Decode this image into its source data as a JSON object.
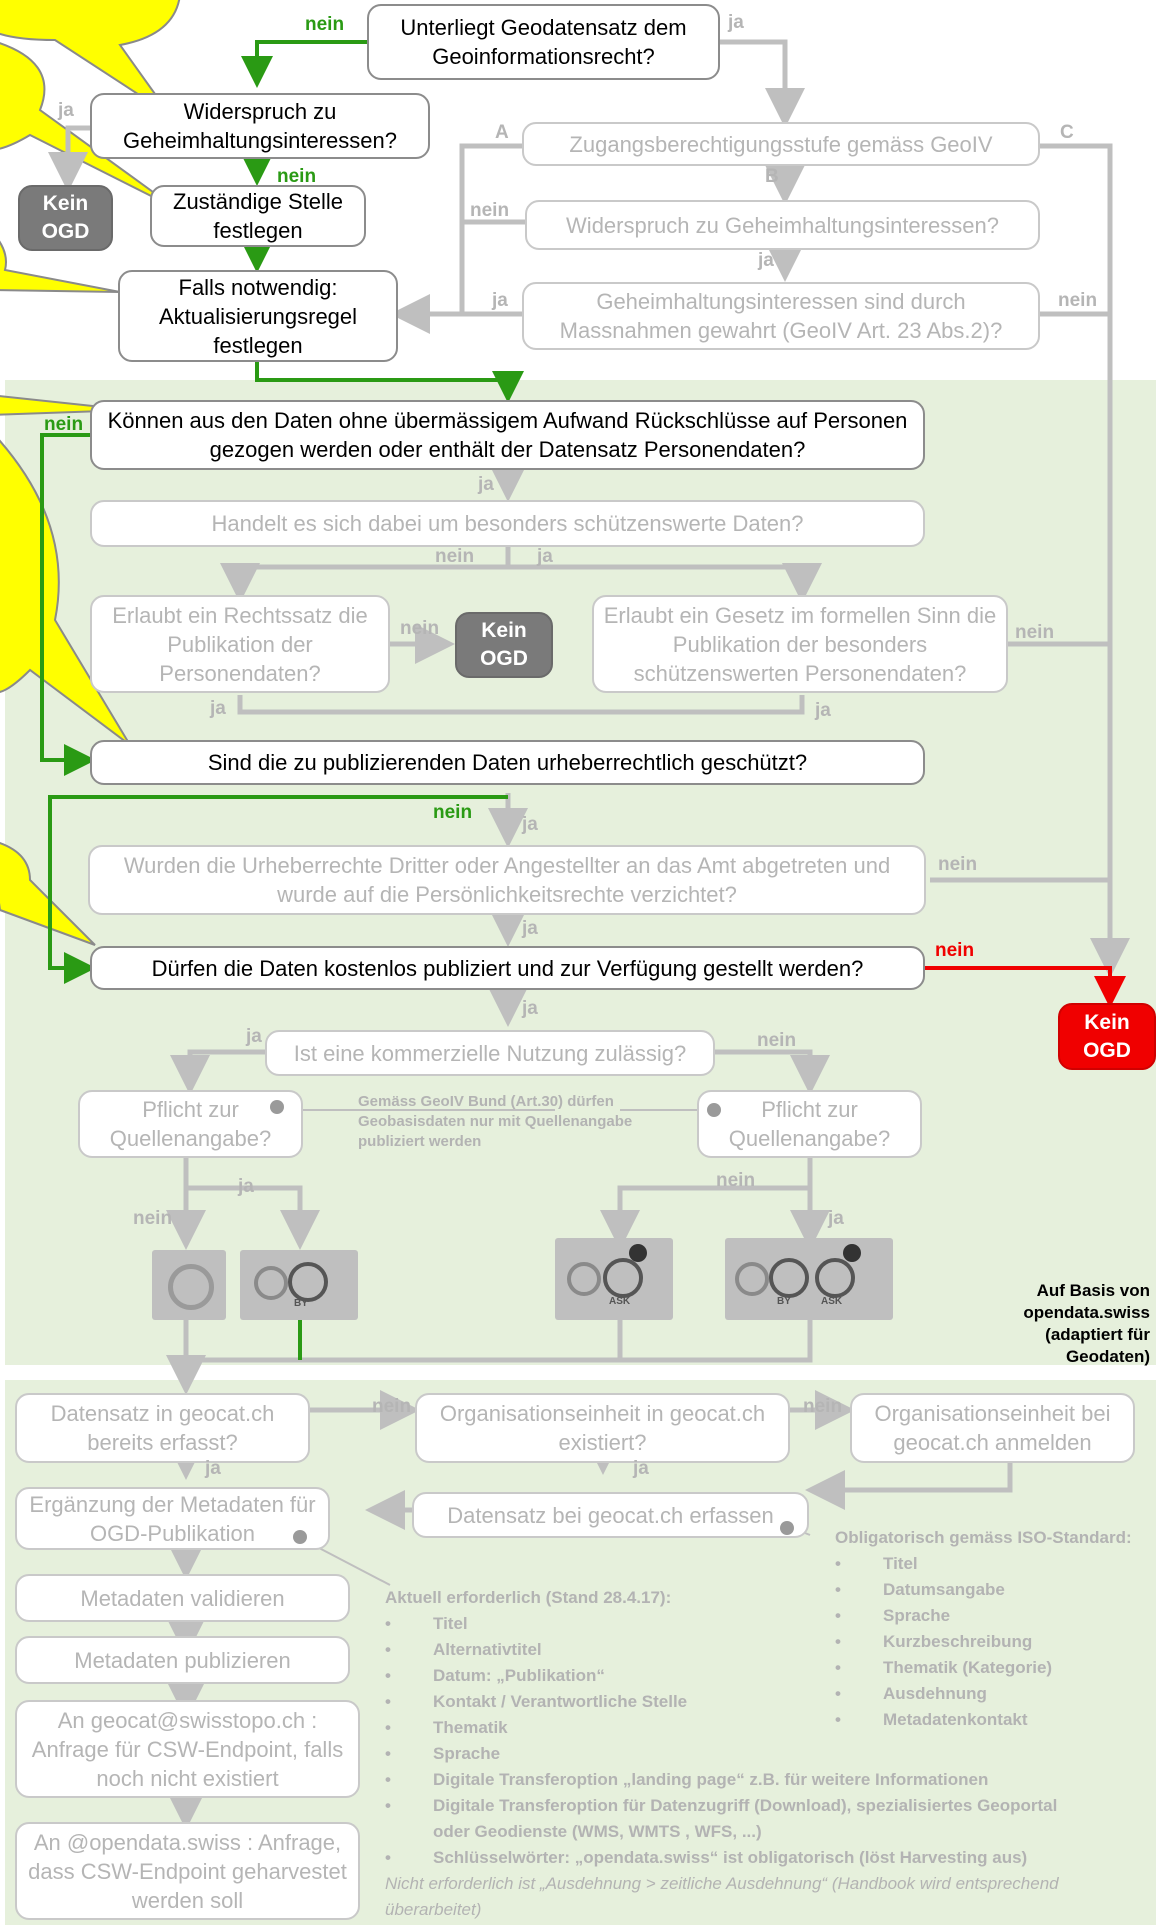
{
  "colors": {
    "green": "#2a9a14",
    "red": "#f00000",
    "grey_line": "#bfbfbf",
    "zone": "#e6f0dc",
    "callout": "#ffff00"
  },
  "top": {
    "q_geoinfo": "Unterliegt Geodatensatz dem Geoinformationsrecht?",
    "q_widerspruch": "Widerspruch zu Geheimhaltungsinteressen?",
    "kein_ogd_1": "Kein OGD",
    "zustaendig": "Zuständige Stelle festlegen",
    "aktualisierung": "Falls notwendig: Aktualisierungsregel festlegen",
    "zugang": "Zugangsberechtigungsstufe gemäss GeoIV",
    "widerspruch2": "Widerspruch zu Geheimhaltungsinteressen?",
    "massnahmen": "Geheimhaltungsinteressen sind durch Massnahmen gewahrt (GeoIV Art. 23 Abs.2)?"
  },
  "middle": {
    "personen": "Können aus den Daten ohne übermässigem Aufwand Rückschlüsse auf Personen gezogen werden oder enthält der Datensatz Personendaten?",
    "schuetzenswert": "Handelt es sich dabei um besonders schützenswerte Daten?",
    "rechtssatz": "Erlaubt ein Rechtssatz die Publikation der Personendaten?",
    "kein_ogd_2": "Kein OGD",
    "gesetz": "Erlaubt ein Gesetz im formellen Sinn die Publikation der besonders schützenswerten Personendaten?",
    "urheber": "Sind die zu publizierenden Daten urheberrechtlich geschützt?",
    "dritter": "Wurden die Urheberrechte Dritter oder Angestellter an das Amt abgetreten und wurde auf die Persönlichkeitsrechte verzichtet?",
    "kostenlos": "Dürfen die Daten kostenlos publiziert und zur Verfügung gestellt werden?",
    "kein_ogd_3": "Kein OGD",
    "kommerziell": "Ist eine kommerzielle Nutzung zulässig?",
    "quelle_left": "Pflicht zur Quellenangabe?",
    "quelle_right": "Pflicht zur Quellenangabe?",
    "geoiv_note": "Gemäss GeoIV Bund (Art.30) dürfen Geobasisdaten nur mit Quellenangabe publiziert werden",
    "basis_note": "Auf Basis von opendata.swiss (adaptiert für Geodaten)",
    "lic_by": "BY",
    "lic_ask": "ASK"
  },
  "bottom": {
    "geocat_erfasst": "Datensatz in geocat.ch bereits erfasst?",
    "org_existiert": "Organisationseinheit in geocat.ch existiert?",
    "org_anmelden": "Organisationseinheit bei geocat.ch anmelden",
    "ergaenzung": "Ergänzung der Metadaten für OGD-Publikation",
    "erfassen": "Datensatz bei geocat.ch erfassen",
    "validieren": "Metadaten validieren",
    "publizieren": "Metadaten publizieren",
    "csw_anfrage": "An geocat@swisstopo.ch : Anfrage für CSW-Endpoint, falls noch nicht existiert",
    "harvest_anfrage": "An @opendata.swiss : Anfrage, dass CSW-Endpoint geharvestet werden soll",
    "iso_title": "Obligatorisch gemäss ISO-Standard:",
    "iso_items": [
      "Titel",
      "Datumsangabe",
      "Sprache",
      "Kurzbeschreibung",
      "Thematik (Kategorie)",
      "Ausdehnung",
      "Metadatenkontakt"
    ],
    "aktuell_title": "Aktuell erforderlich (Stand 28.4.17):",
    "aktuell_items": [
      "Titel",
      "Alternativtitel",
      "Datum: „Publikation“",
      "Kontakt / Verantwortliche Stelle",
      "Thematik",
      "Sprache",
      "Digitale Transferoption „landing page“ z.B. für weitere Informationen",
      "Digitale Transferoption für Datenzugriff (Download), spezialisiertes Geoportal oder Geodienste (WMS, WMTS , WFS, ...)",
      "Schlüsselwörter: „opendata.swiss“ ist obligatorisch (löst Harvesting aus)"
    ],
    "nicht_erforderlich": "Nicht erforderlich ist „Ausdehnung > zeitliche Ausdehnung“ (Handbook wird entsprechend überarbeitet)"
  },
  "labels": {
    "nein": "nein",
    "ja": "ja",
    "A": "A",
    "B": "B",
    "C": "C"
  }
}
